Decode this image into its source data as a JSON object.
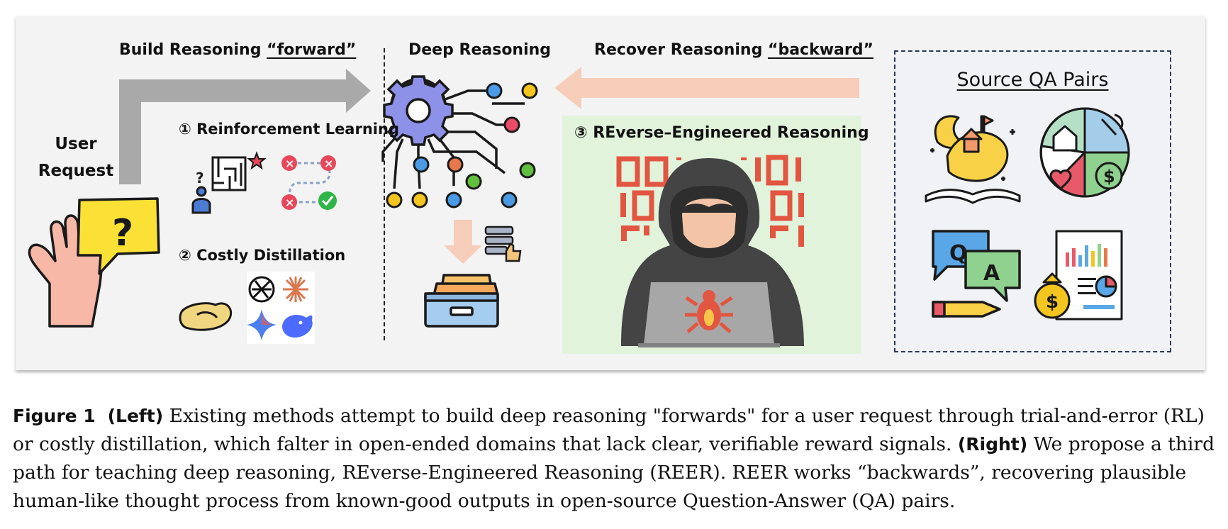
{
  "figure": {
    "left": {
      "header_prefix": "Build Reasoning ",
      "header_emph": "“forward”",
      "user_request_line1": "User",
      "user_request_line2": "Request",
      "method1": "① Reinforcement Learning",
      "method2": "② Costly Distillation"
    },
    "middle": {
      "header": "Deep Reasoning"
    },
    "right": {
      "header_prefix": "Recover Reasoning ",
      "header_emph": "“backward”",
      "method3": "③ REverse–Engineered Reasoning",
      "source_title": "Source QA Pairs",
      "qa_q": "Q",
      "qa_a": "A",
      "dollar": "$"
    },
    "colors": {
      "forward_arrow": "#a9a9a9",
      "backward_arrow": "#f5cdb8",
      "green_box": "#e2f3dc",
      "binary_red": "#e25540",
      "gear": "#8d91e8",
      "hoodie": "#444444"
    },
    "icons": [
      "raised-hand-icon",
      "question-bubble-icon",
      "maze-icon",
      "trial-error-icon",
      "handshake-icon",
      "openai-logo-icon",
      "claude-logo-icon",
      "gemini-logo-icon",
      "deepseek-logo-icon",
      "gear-circuit-icon",
      "down-arrow-icon",
      "database-thumbs-up-icon",
      "drawer-icon",
      "hacker-icon",
      "bug-icon",
      "storybook-icon",
      "pie-chart-icon",
      "qa-bubbles-icon",
      "report-icon"
    ]
  },
  "caption": {
    "label": "Figure 1",
    "left_label": "(Left)",
    "part1": " Existing methods attempt to build deep reasoning \"forwards\" for a user request through trial-and-error (RL) or costly distillation, which falter in open-ended domains that lack clear, verifiable reward signals. ",
    "right_label": "(Right)",
    "part2": " We propose a third path for teaching deep reasoning, REverse-Engineered Reasoning (REER). REER works “backwards”, recovering plausible human-like thought process from known-good outputs in open-source Question-Answer (QA) pairs."
  }
}
